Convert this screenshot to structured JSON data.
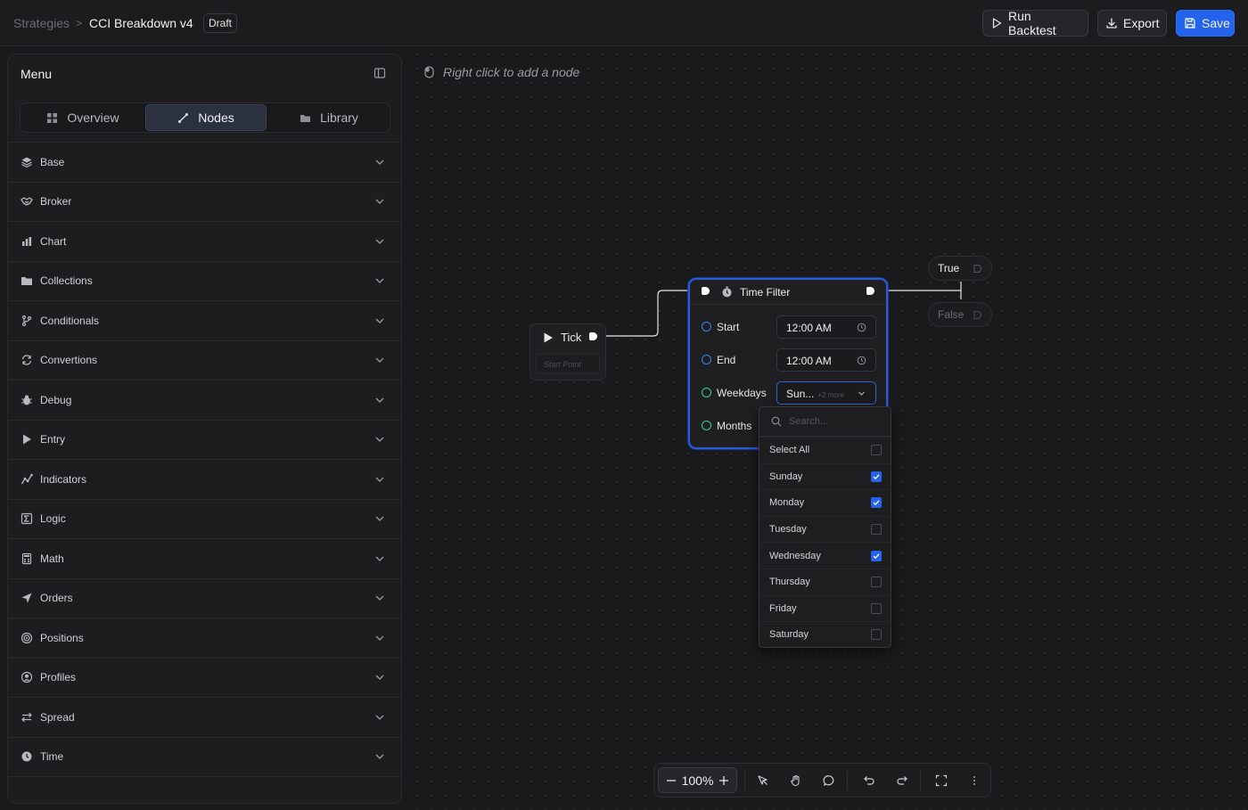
{
  "topbar": {
    "breadcrumb_root": "Strategies",
    "breadcrumb_separator": ">",
    "strategy_name": "CCI Breakdown v4",
    "status_badge": "Draft",
    "run_backtest_label": "Run Backtest",
    "export_label": "Export",
    "save_label": "Save"
  },
  "menu": {
    "title": "Menu",
    "tabs": [
      {
        "label": "Overview",
        "icon": "grid-icon"
      },
      {
        "label": "Nodes",
        "icon": "node-link-icon",
        "active": true
      },
      {
        "label": "Library",
        "icon": "folder-icon"
      }
    ],
    "categories": [
      {
        "label": "Base",
        "icon": "layers-icon"
      },
      {
        "label": "Broker",
        "icon": "handshake-icon"
      },
      {
        "label": "Chart",
        "icon": "bar-chart-icon"
      },
      {
        "label": "Collections",
        "icon": "folder-icon"
      },
      {
        "label": "Conditionals",
        "icon": "git-branch-icon"
      },
      {
        "label": "Convertions",
        "icon": "refresh-icon"
      },
      {
        "label": "Debug",
        "icon": "bug-icon"
      },
      {
        "label": "Entry",
        "icon": "play-icon"
      },
      {
        "label": "Indicators",
        "icon": "line-chart-icon"
      },
      {
        "label": "Logic",
        "icon": "sigma-icon"
      },
      {
        "label": "Math",
        "icon": "calculator-icon"
      },
      {
        "label": "Orders",
        "icon": "send-icon"
      },
      {
        "label": "Positions",
        "icon": "target-icon"
      },
      {
        "label": "Profiles",
        "icon": "user-circle-icon"
      },
      {
        "label": "Spread",
        "icon": "arrows-left-right-icon"
      },
      {
        "label": "Time",
        "icon": "clock-icon"
      }
    ]
  },
  "canvas": {
    "hint": "Right click to add a node",
    "tick_node": {
      "title": "Tick",
      "subtitle": "Start Point"
    },
    "time_filter_node": {
      "title": "Time Filter",
      "start_label": "Start",
      "start_value": "12:00 AM",
      "end_label": "End",
      "end_value": "12:00 AM",
      "weekdays_label": "Weekdays",
      "weekdays_value": "Sun...",
      "weekdays_more": "+2 more",
      "months_label": "Months"
    },
    "outputs": {
      "true_label": "True",
      "false_label": "False"
    },
    "weekday_dropdown": {
      "search_placeholder": "Search...",
      "items": [
        {
          "label": "Select All",
          "checked": false
        },
        {
          "label": "Sunday",
          "checked": true
        },
        {
          "label": "Monday",
          "checked": true
        },
        {
          "label": "Tuesday",
          "checked": false
        },
        {
          "label": "Wednesday",
          "checked": true
        },
        {
          "label": "Thursday",
          "checked": false
        },
        {
          "label": "Friday",
          "checked": false
        },
        {
          "label": "Saturday",
          "checked": false
        }
      ]
    }
  },
  "toolbar": {
    "zoom": "100%",
    "accent_color": "#2463eb"
  }
}
